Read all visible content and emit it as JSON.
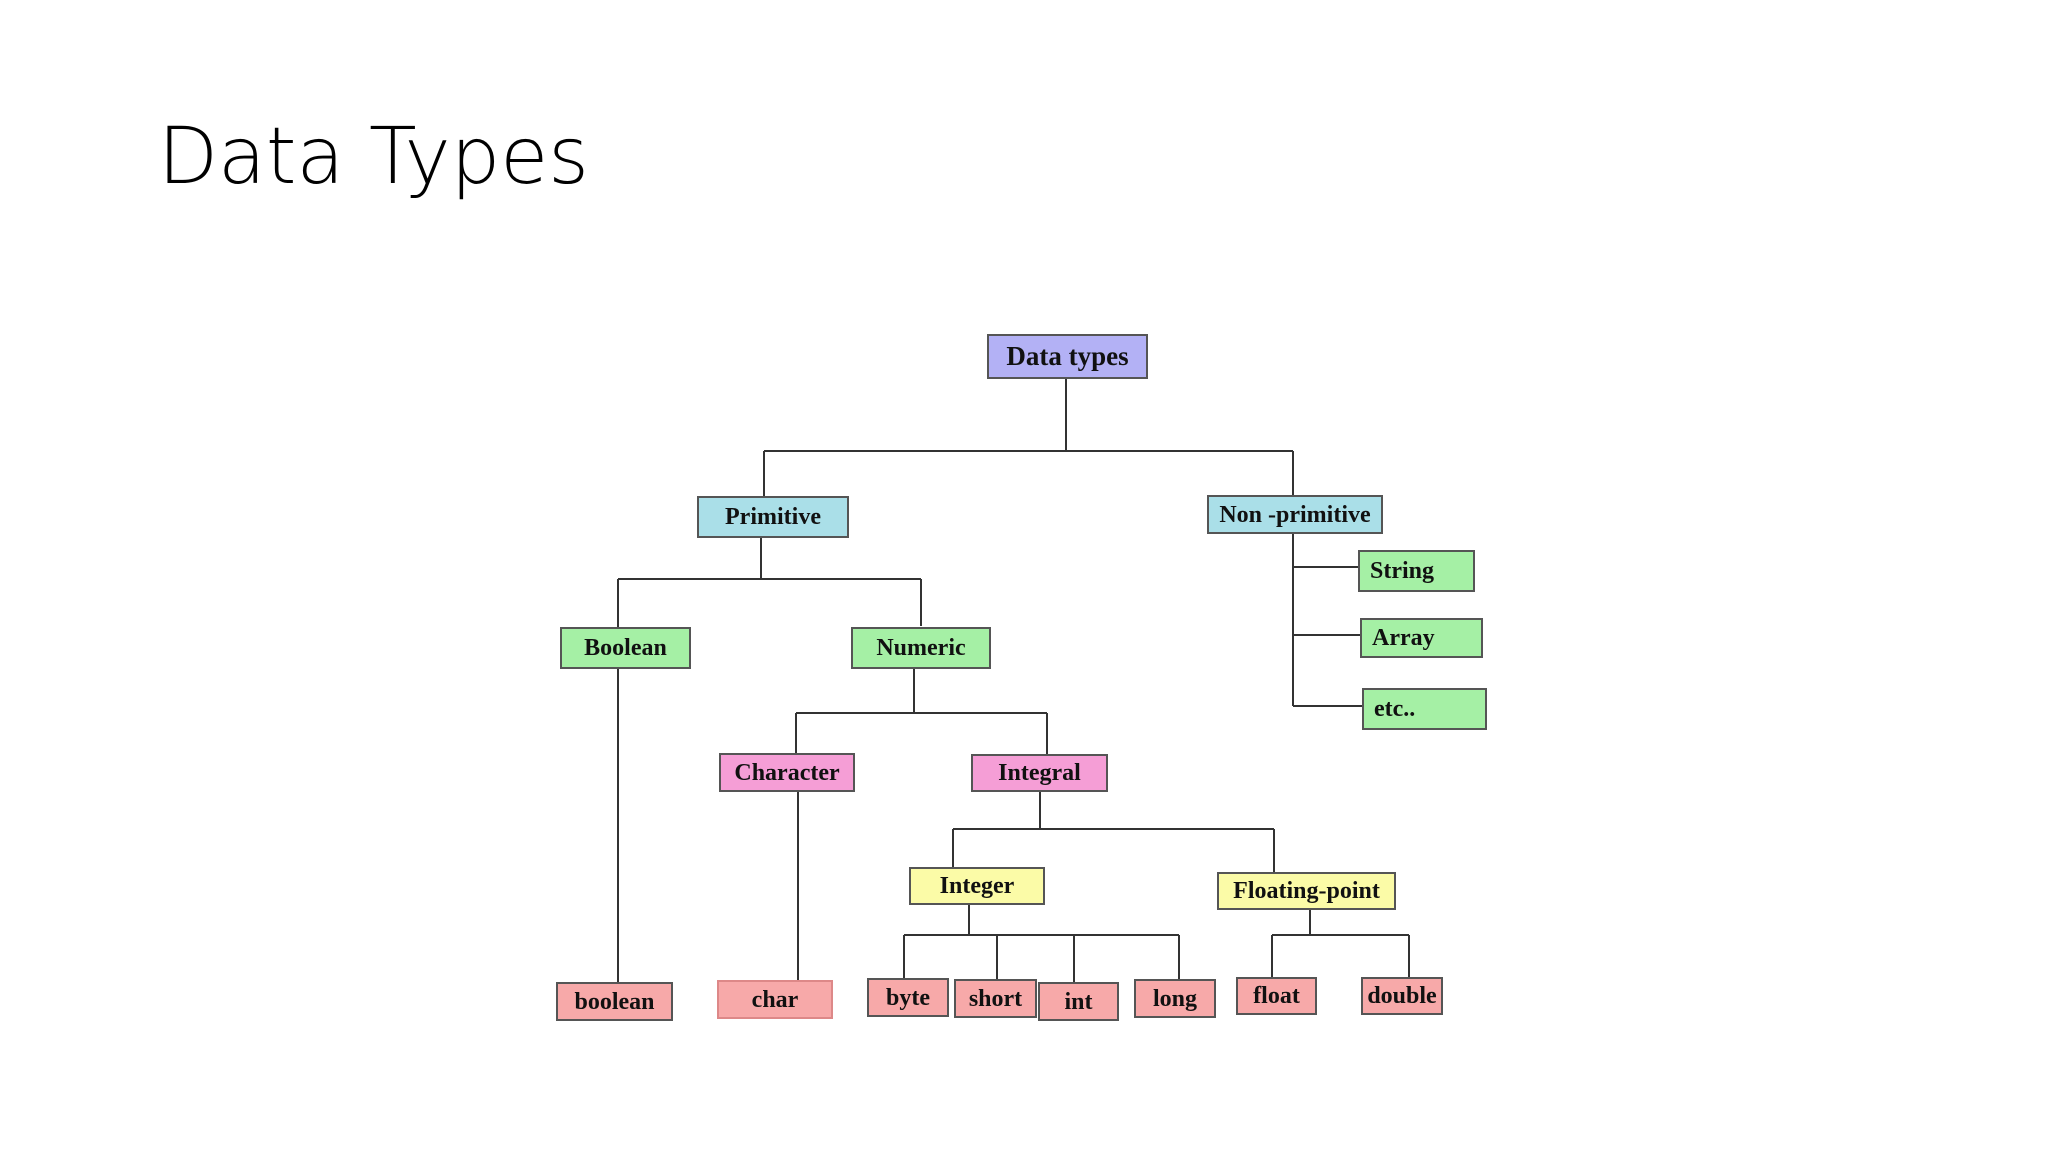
{
  "slide": {
    "title": "Data Types"
  },
  "colors": {
    "blue": "#b3b1f5",
    "cyan": "#aadfe8",
    "green": "#a5f0a5",
    "pink": "#f59ed6",
    "yellow": "#fbfba7",
    "salmon": "#f7a9a9"
  },
  "diagram": {
    "root": "Data types",
    "primitive": "Primitive",
    "non_primitive": "Non -primitive",
    "string": "String",
    "array": "Array",
    "etc": "etc..",
    "boolean_group": "Boolean",
    "numeric": "Numeric",
    "character": "Character",
    "integral": "Integral",
    "integer": "Integer",
    "floating_point": "Floating-point",
    "leaf_boolean": "boolean",
    "leaf_char": "char",
    "leaf_byte": "byte",
    "leaf_short": "short",
    "leaf_int": "int",
    "leaf_long": "long",
    "leaf_float": "float",
    "leaf_double": "double"
  }
}
